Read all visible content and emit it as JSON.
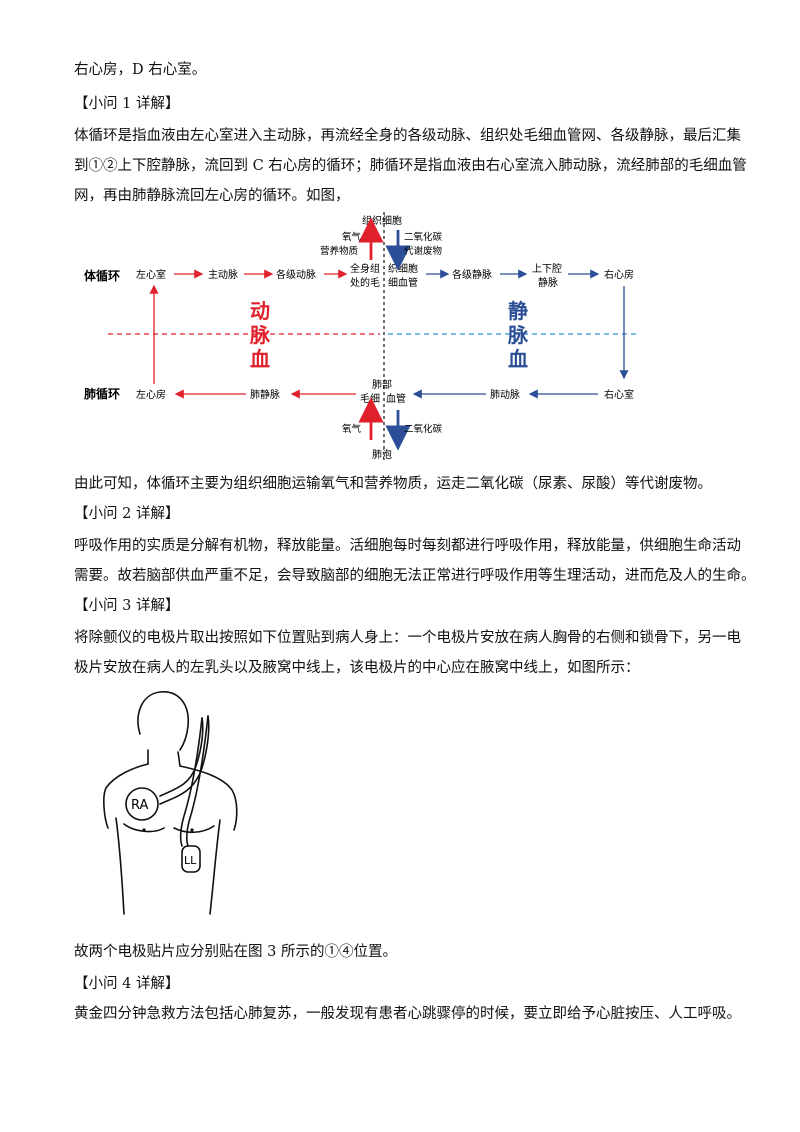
{
  "text": {
    "l1": "右心房，D 右心室。",
    "h1": "【小问 1 详解】",
    "p1a": "体循环是指血液由左心室进入主动脉，再流经全身的各级动脉、组织处毛细血管网、各级静脉，最后汇集",
    "p1b": "到①②上下腔静脉，流回到 C 右心房的循环；肺循环是指血液由右心室流入肺动脉，流经肺部的毛细血管",
    "p1c": "网，再由肺静脉流回左心房的循环。如图，",
    "p1d": "由此可知，体循环主要为组织细胞运输氧气和营养物质，运走二氧化碳（尿素、尿酸）等代谢废物。",
    "h2": "【小问 2 详解】",
    "p2a": "呼吸作用的实质是分解有机物，释放能量。活细胞每时每刻都进行呼吸作用，释放能量，供细胞生命活动",
    "p2b": "需要。故若脑部供血严重不足，会导致脑部的细胞无法正常进行呼吸作用等生理活动，进而危及人的生命。",
    "h3": "【小问 3 详解】",
    "p3a": "将除颤仪的电极片取出按照如下位置贴到病人身上：一个电极片安放在病人胸骨的右侧和锁骨下，另一电",
    "p3b": "极片安放在病人的左乳头以及腋窝中线上，该电极片的中心应在腋窝中线上，如图所示：",
    "p3c": "故两个电极贴片应分别贴在图 3 所示的①④位置。",
    "h4": "【小问 4 详解】",
    "p4a": "黄金四分钟急救方法包括心肺复苏，一般发现有患者心跳骤停的时候，要立即给予心脏按压、人工呼吸。"
  },
  "diagram": {
    "label_systemic": "体循环",
    "label_pulmonary": "肺循环",
    "left_ventricle": "左心室",
    "aorta": "主动脉",
    "arteries": "各级动脉",
    "capillary_left_1": "全身组",
    "capillary_left_2": "处的毛",
    "capillary_right_1": "织细胞",
    "capillary_right_2": "细血管",
    "tissue_cells": "组织细胞",
    "oxygen_nutrients_1": "氧气",
    "oxygen_nutrients_2": "营养物质",
    "co2_waste_1": "二氧化碳",
    "co2_waste_2": "代谢废物",
    "veins": "各级静脉",
    "vena_cava_1": "上下腔",
    "vena_cava_2": "静脉",
    "right_atrium": "右心房",
    "right_ventricle": "右心室",
    "pulmonary_artery": "肺动脉",
    "lung_capillary_1": "肺部",
    "lung_capillary_2a": "毛细",
    "lung_capillary_2b": "血管",
    "pulmonary_vein": "肺静脉",
    "left_atrium": "左心房",
    "oxygen": "氧气",
    "co2": "二氧化碳",
    "alveoli": "肺泡",
    "arterial_blood": [
      "动",
      "脉",
      "血"
    ],
    "venous_blood": [
      "静",
      "脉",
      "血"
    ],
    "colors": {
      "red": "#e0202a",
      "blue": "#2b4e96",
      "dashed_blue": "#2a8fd0"
    }
  },
  "figure": {
    "electrode_ra": "RA",
    "electrode_ll": "LL"
  }
}
